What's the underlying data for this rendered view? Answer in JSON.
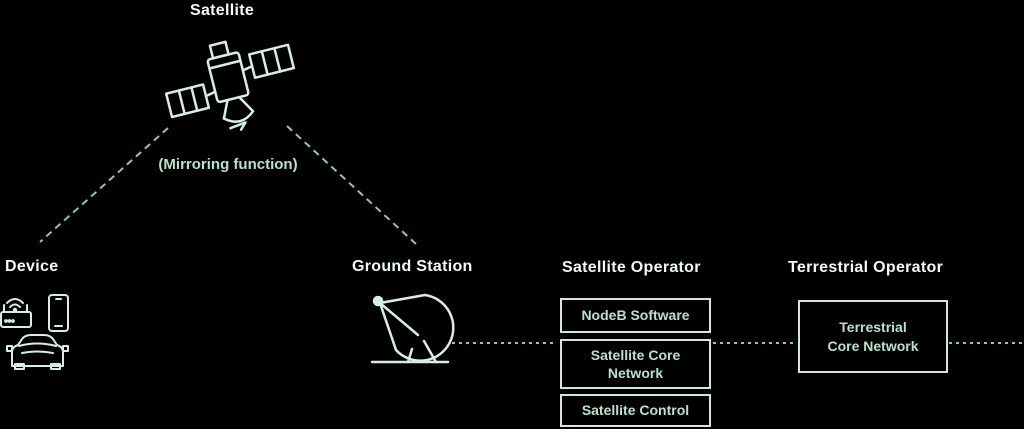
{
  "colors": {
    "background": "#000000",
    "title_text": "#f2faf6",
    "label_text": "#b9e1cc",
    "box_border": "#cfe9dc",
    "icon_stroke": "#d7eee2",
    "connector": "#8fc9ae"
  },
  "satellite": {
    "title": "Satellite",
    "note": "(Mirroring function)",
    "icon": "satellite-icon"
  },
  "device": {
    "title": "Device",
    "icons": [
      "wifi-router-icon",
      "smartphone-icon",
      "car-icon"
    ]
  },
  "ground_station": {
    "title": "Ground Station",
    "icon": "satellite-dish-icon"
  },
  "satellite_operator": {
    "title": "Satellite Operator",
    "boxes": [
      {
        "label": "NodeB Software"
      },
      {
        "label": "Satellite Core\nNetwork"
      },
      {
        "label": "Satellite Control"
      }
    ]
  },
  "terrestrial_operator": {
    "title": "Terrestrial Operator",
    "box": {
      "label": "Terrestrial\nCore Network"
    }
  }
}
